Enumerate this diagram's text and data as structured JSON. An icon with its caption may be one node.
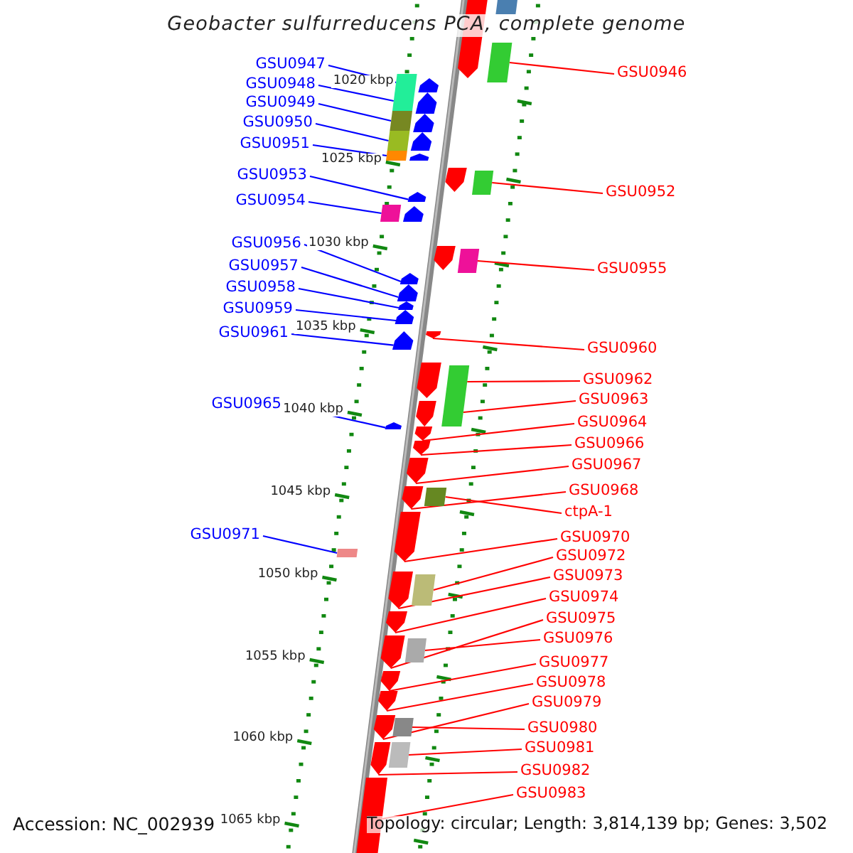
{
  "diagram": {
    "title": "Geobacter sulfurreducens PCA, complete genome",
    "nodes": [
      {
        "text": [
          "GSU0947"
        ]
      },
      {
        "text": [
          "GSU0946"
        ]
      },
      {
        "text": [
          "GSU0948"
        ]
      },
      {
        "text": [
          "GSU0949"
        ]
      },
      {
        "text": [
          "GSU0950"
        ]
      },
      {
        "text": [
          "GSU0951"
        ]
      },
      {
        "text": [
          "GSU0953"
        ]
      },
      {
        "text": [
          "GSU0952"
        ]
      },
      {
        "text": [
          "GSU0954"
        ]
      },
      {
        "text": [
          "GSU0956"
        ]
      },
      {
        "text": [
          "GSU0957"
        ]
      },
      {
        "text": [
          "GSU0955"
        ]
      },
      {
        "text": [
          "GSU0958"
        ]
      },
      {
        "text": [
          "GSU0959"
        ]
      },
      {
        "text": [
          "GSU0961"
        ]
      },
      {
        "text": [
          "GSU0960"
        ]
      },
      {
        "text": [
          "GSU0962"
        ]
      },
      {
        "text": [
          "GSU0963"
        ]
      },
      {
        "text": [
          "GSU0965"
        ]
      },
      {
        "text": [
          "GSU0964"
        ]
      },
      {
        "text": [
          "GSU0966"
        ]
      },
      {
        "text": [
          "GSU0967"
        ]
      },
      {
        "text": [
          "GSU0968"
        ]
      },
      {
        "text": [
          "ctpA-1"
        ]
      },
      {
        "text": [
          "GSU0971"
        ]
      },
      {
        "text": [
          "GSU0970"
        ]
      },
      {
        "text": [
          "GSU0972"
        ]
      },
      {
        "text": [
          "GSU0973"
        ]
      },
      {
        "text": [
          "GSU0974"
        ]
      },
      {
        "text": [
          "GSU0975"
        ]
      },
      {
        "text": [
          "GSU0976"
        ]
      },
      {
        "text": [
          "GSU0977"
        ]
      },
      {
        "text": [
          "GSU0978"
        ]
      },
      {
        "text": [
          "GSU0979"
        ]
      },
      {
        "text": [
          "GSU0980"
        ]
      },
      {
        "text": [
          "GSU0981"
        ]
      },
      {
        "text": [
          "GSU0982"
        ]
      },
      {
        "text": [
          "GSU0983"
        ]
      },
      {
        "text": [],
        "shape": "box"
      },
      {
        "text": [],
        "shape": "box"
      },
      {
        "text": [],
        "shape": "box"
      },
      {
        "text": [],
        "shape": "box"
      },
      {
        "text": [],
        "shape": "box"
      },
      {
        "text": [],
        "shape": "box"
      },
      {
        "text": [],
        "shape": "arrow"
      },
      {
        "text": [],
        "shape": "box"
      },
      {
        "text": [],
        "shape": "box"
      },
      {
        "text": [],
        "shape": "arrow"
      },
      {
        "text": [],
        "shape": "arrow"
      },
      {
        "text": [],
        "shape": "box"
      },
      {
        "text": [],
        "shape": "arrow"
      },
      {
        "text": [],
        "shape": "arrow"
      },
      {
        "text": [],
        "shape": "arrow"
      },
      {
        "text": [],
        "shape": "arrow"
      },
      {
        "text": [],
        "shape": "box"
      },
      {
        "text": [],
        "shape": "box"
      },
      {
        "text": [],
        "shape": "arrow"
      },
      {
        "text": [],
        "shape": "arrow"
      },
      {
        "text": [],
        "shape": "arrow"
      },
      {
        "text": [],
        "shape": "arrow"
      },
      {
        "text": [],
        "shape": "arrow"
      },
      {
        "text": [],
        "shape": "box"
      },
      {
        "text": [],
        "shape": "box"
      },
      {
        "text": [],
        "shape": "arrow"
      },
      {
        "text": [],
        "shape": "box"
      },
      {
        "text": [],
        "shape": "arrow"
      },
      {
        "text": [],
        "shape": "arrow"
      },
      {
        "text": [],
        "shape": "arrow"
      },
      {
        "text": [],
        "shape": "box"
      },
      {
        "text": [],
        "shape": "arrow"
      },
      {
        "text": [],
        "shape": "arrow"
      },
      {
        "text": [],
        "shape": "arrow"
      },
      {
        "text": [],
        "shape": "box"
      },
      {
        "text": [],
        "shape": "box"
      },
      {
        "text": [],
        "shape": "arrow"
      },
      {
        "text": [],
        "shape": "box"
      },
      {
        "text": [],
        "shape": "arrow"
      },
      {
        "text": [],
        "shape": "box"
      },
      {
        "text": [],
        "shape": "arrow"
      },
      {
        "text": [],
        "shape": "arrow"
      },
      {
        "text": [],
        "shape": "arrow"
      },
      {
        "text": [],
        "shape": "arrow"
      },
      {
        "text": [],
        "shape": "arrow"
      },
      {
        "text": [],
        "shape": "arrow"
      },
      {
        "text": [],
        "shape": "arrow"
      },
      {
        "text": [],
        "shape": "arrow"
      },
      {
        "text": [],
        "shape": "arrow"
      },
      {
        "text": [],
        "shape": "arrow"
      }
    ],
    "edges": [
      {
        "from": 0,
        "to": 38,
        "arrow": "none",
        "color": "#0000ff"
      },
      {
        "from": 1,
        "to": 39,
        "arrow": "none"
      },
      {
        "from": 2,
        "to": 40,
        "arrow": "none",
        "color": "#0000ff"
      },
      {
        "from": 3,
        "to": 41,
        "arrow": "none",
        "color": "#0000ff"
      },
      {
        "from": 4,
        "to": 42,
        "arrow": "none",
        "color": "#0000ff"
      },
      {
        "from": 5,
        "to": 43,
        "arrow": "none",
        "color": "#0000ff"
      },
      {
        "from": 6,
        "to": 44,
        "arrow": "none",
        "color": "#0000ff"
      },
      {
        "from": 7,
        "to": 45,
        "arrow": "none"
      },
      {
        "from": 8,
        "to": 46,
        "arrow": "none",
        "color": "#0000ff"
      },
      {
        "from": 9,
        "to": 47,
        "arrow": "none",
        "color": "#0000ff"
      },
      {
        "from": 10,
        "to": 48,
        "arrow": "none",
        "color": "#0000ff"
      },
      {
        "from": 11,
        "to": 49,
        "arrow": "none"
      },
      {
        "from": 12,
        "to": 50,
        "arrow": "none",
        "color": "#0000ff"
      },
      {
        "from": 13,
        "to": 51,
        "arrow": "none",
        "color": "#0000ff"
      },
      {
        "from": 14,
        "to": 52,
        "arrow": "none",
        "color": "#0000ff"
      },
      {
        "from": 15,
        "to": 53,
        "arrow": "none"
      },
      {
        "from": 16,
        "to": 54,
        "arrow": "none"
      },
      {
        "from": 17,
        "to": 55,
        "arrow": "none"
      },
      {
        "from": 18,
        "to": 56,
        "arrow": "none",
        "color": "#0000ff"
      },
      {
        "from": 19,
        "to": 57,
        "arrow": "none"
      },
      {
        "from": 20,
        "to": 58,
        "arrow": "none"
      },
      {
        "from": 21,
        "to": 59,
        "arrow": "none"
      },
      {
        "from": 22,
        "to": 60,
        "arrow": "none"
      },
      {
        "from": 23,
        "to": 61,
        "arrow": "none"
      },
      {
        "from": 24,
        "to": 62,
        "arrow": "none",
        "color": "#0000ff"
      },
      {
        "from": 25,
        "to": 63,
        "arrow": "none"
      },
      {
        "from": 26,
        "to": 64,
        "arrow": "none"
      },
      {
        "from": 27,
        "to": 65,
        "arrow": "none"
      },
      {
        "from": 28,
        "to": 66,
        "arrow": "none"
      },
      {
        "from": 29,
        "to": 67,
        "arrow": "none"
      },
      {
        "from": 30,
        "to": 68,
        "arrow": "none"
      },
      {
        "from": 31,
        "to": 69,
        "arrow": "none"
      },
      {
        "from": 32,
        "to": 70,
        "arrow": "none"
      },
      {
        "from": 33,
        "to": 71,
        "arrow": "none"
      },
      {
        "from": 34,
        "to": 72,
        "arrow": "none"
      },
      {
        "from": 35,
        "to": 73,
        "arrow": "none"
      },
      {
        "from": 36,
        "to": 74,
        "arrow": "none"
      },
      {
        "from": 37,
        "to": 75,
        "arrow": "none"
      }
    ],
    "labels": [
      "1020 kbp",
      "1025 kbp",
      "1030 kbp",
      "1035 kbp",
      "1040 kbp",
      "1045 kbp",
      "1050 kbp",
      "1055 kbp",
      "1060 kbp",
      "Accession: NC_002939",
      "1065 kbp",
      "Topology: circular; Length: 3,814,139 bp; Genes: 3,502"
    ]
  }
}
